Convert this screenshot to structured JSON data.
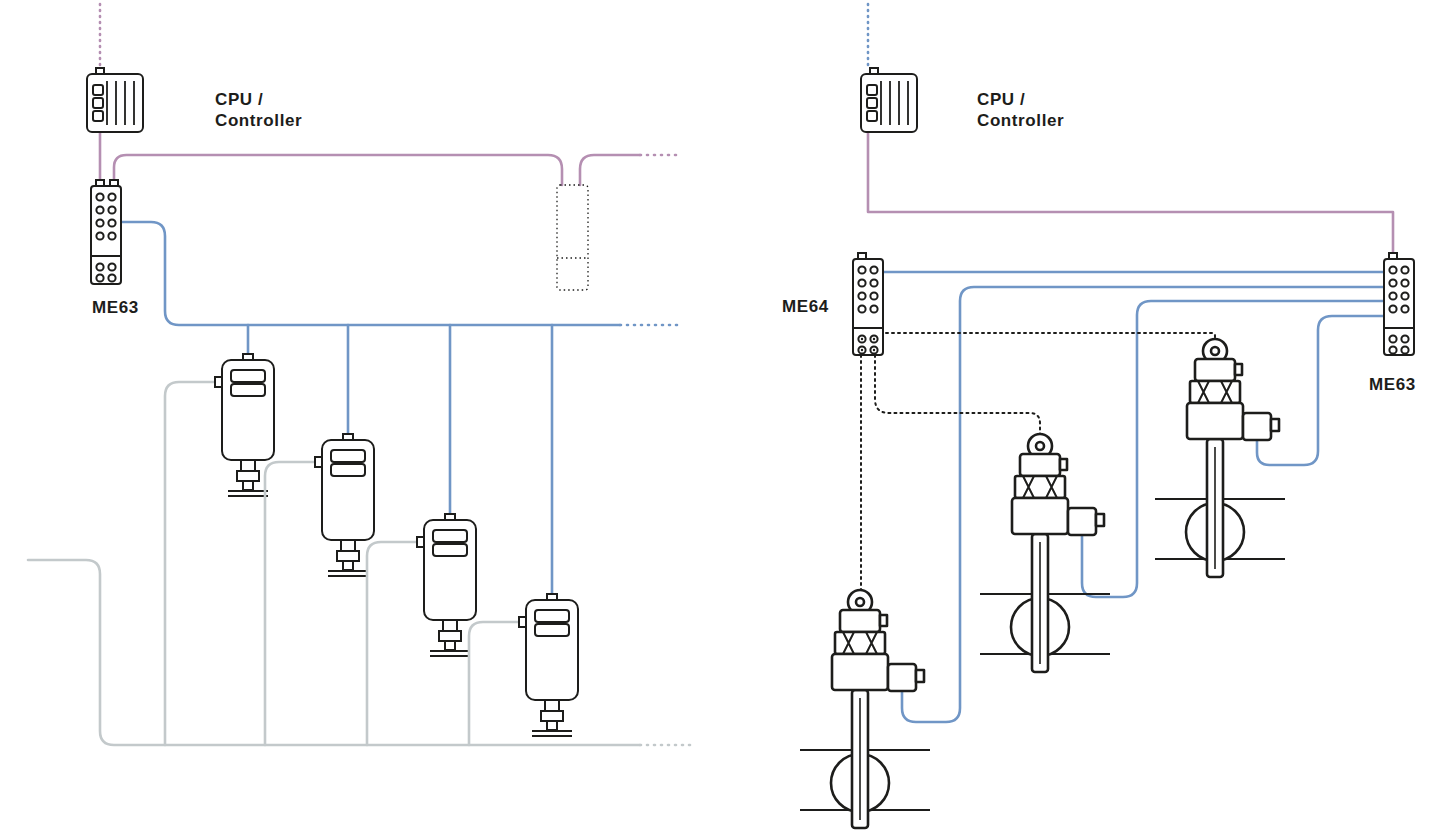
{
  "diagram": {
    "nodes": [
      {
        "text": [
          "CPU / Controller"
        ]
      },
      {
        "text": [
          "ME63"
        ]
      },
      {
        "text": [
          "CPU / Controller"
        ]
      },
      {
        "text": [
          "ME64"
        ]
      },
      {
        "text": [
          "ME63"
        ]
      }
    ],
    "edges": [
      {
        "from": 0,
        "to": 1,
        "arrow": "none"
      },
      {
        "from": 2,
        "to": 4,
        "arrow": "none"
      }
    ]
  }
}
